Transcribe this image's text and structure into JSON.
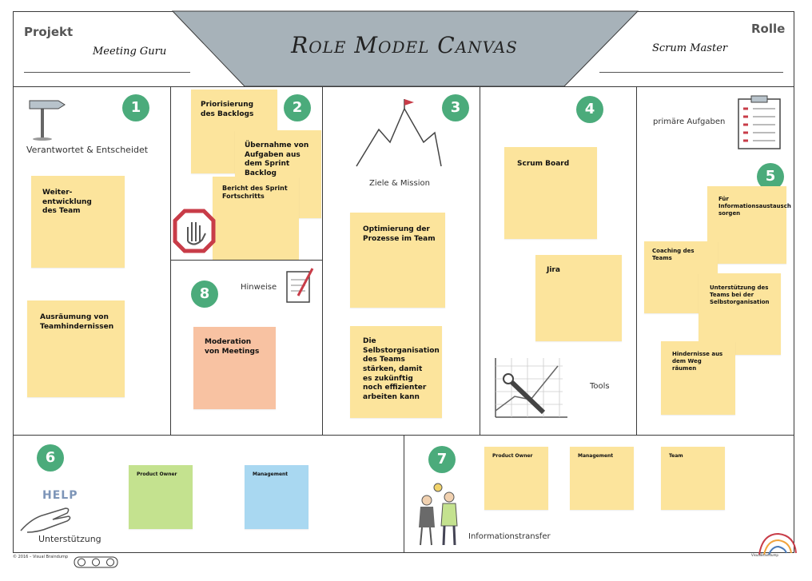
{
  "header": {
    "projekt_label": "Projekt",
    "projekt_value": "Meeting Guru",
    "title": "Role Model Canvas",
    "rolle_label": "Rolle",
    "rolle_value": "Scrum Master"
  },
  "colors": {
    "badge": "#4bab7b",
    "title_band": "#a7b2b9",
    "sticky_yellow": "#fce49c",
    "sticky_orange": "#f8c2a2",
    "sticky_green": "#c4e28f",
    "sticky_blue": "#a9d8f1"
  },
  "sections": {
    "s1": {
      "number": "1",
      "label": "Verantwortet & Entscheidet",
      "icon": "signpost-icon",
      "notes": [
        "Weiter-entwicklung des Team",
        "Ausräumung von Teamhindernissen"
      ]
    },
    "s2": {
      "number": "2",
      "icon": "stop-hand-icon",
      "notes": [
        "Priorisierung des Backlogs",
        "Übernahme von Aufgaben aus dem Sprint Backlog",
        "Bericht des Sprint Fortschritts"
      ]
    },
    "s3": {
      "number": "3",
      "label": "Ziele & Mission",
      "icon": "mountain-flag-icon",
      "notes": [
        "Optimierung der Prozesse im Team",
        "Die Selbstorganisation des Teams stärken, damit es zukünftig noch effizienter arbeiten kann"
      ]
    },
    "s4": {
      "number": "4",
      "label": "Tools",
      "icon": "wrench-chart-icon",
      "notes": [
        "Scrum Board",
        "Jira"
      ]
    },
    "s5": {
      "number": "5",
      "label": "primäre Aufgaben",
      "icon": "checklist-icon",
      "notes": [
        "Für Informationsaustausch sorgen",
        "Coaching des Teams",
        "Unterstützung des Teams bei der Selbstorganisation",
        "Hindernisse aus dem Weg räumen"
      ]
    },
    "s6": {
      "number": "6",
      "label": "Unterstützung",
      "help_text": "HELP",
      "icon": "helping-hand-icon",
      "notes": [
        "Product Owner",
        "Management"
      ]
    },
    "s7": {
      "number": "7",
      "label": "Informationstransfer",
      "icon": "people-talking-icon",
      "notes": [
        "Product Owner",
        "Management",
        "Team"
      ]
    },
    "s8": {
      "number": "8",
      "label": "Hinweise",
      "icon": "notepad-pen-icon",
      "notes": [
        "Moderation von Meetings"
      ]
    }
  },
  "footer": {
    "copyright": "© 2016 – Visual Braindump",
    "brand": "VisualBraindump"
  }
}
